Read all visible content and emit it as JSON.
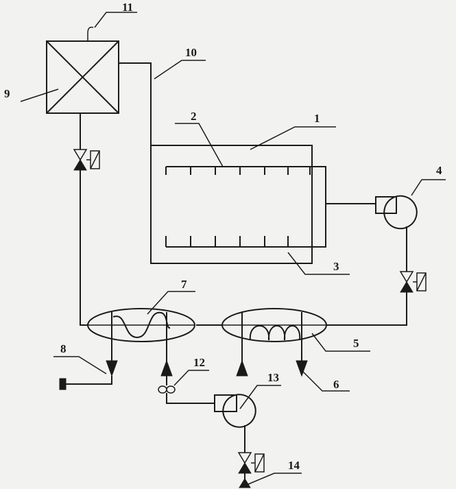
{
  "labels": {
    "l1": "1",
    "l2": "2",
    "l3": "3",
    "l4": "4",
    "l5": "5",
    "l6": "6",
    "l7": "7",
    "l8": "8",
    "l9": "9",
    "l10": "10",
    "l11": "11",
    "l12": "12",
    "l13": "13",
    "l14": "14"
  },
  "colors": {
    "ink": "#1a1a1a",
    "paper": "#f2f2f0"
  }
}
